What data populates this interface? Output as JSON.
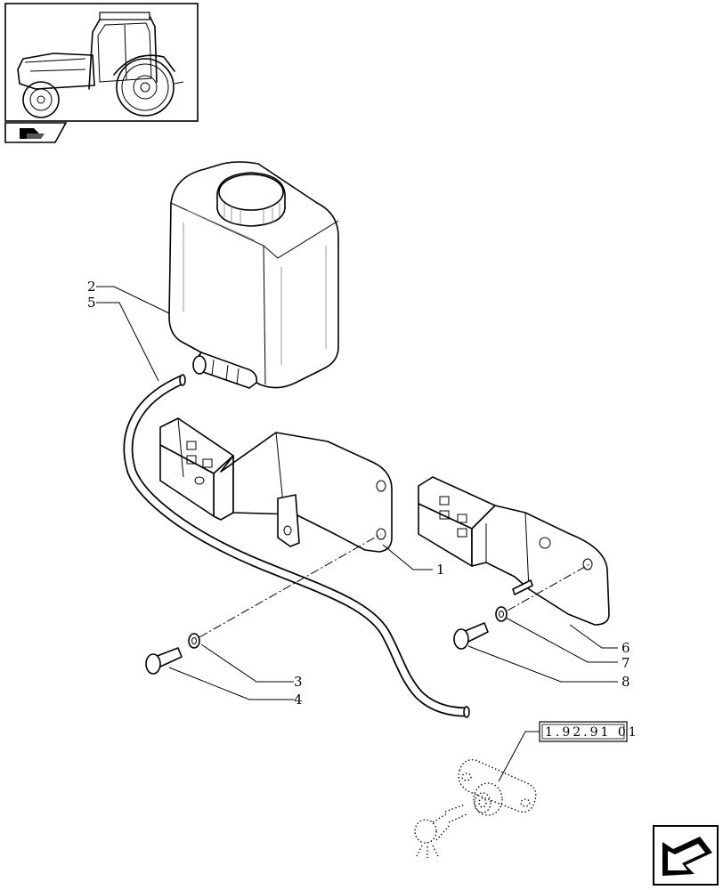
{
  "callouts": {
    "c1": "1",
    "c2": "2",
    "c3": "3",
    "c4": "4",
    "c5": "5",
    "c6": "6",
    "c7": "7",
    "c8": "8"
  },
  "reference_box": "1.92.91 01",
  "icons": {
    "thumbnail": "tractor-thumbnail-icon",
    "section": "section-marker-icon",
    "navigation": "next-page-arrow-icon"
  }
}
